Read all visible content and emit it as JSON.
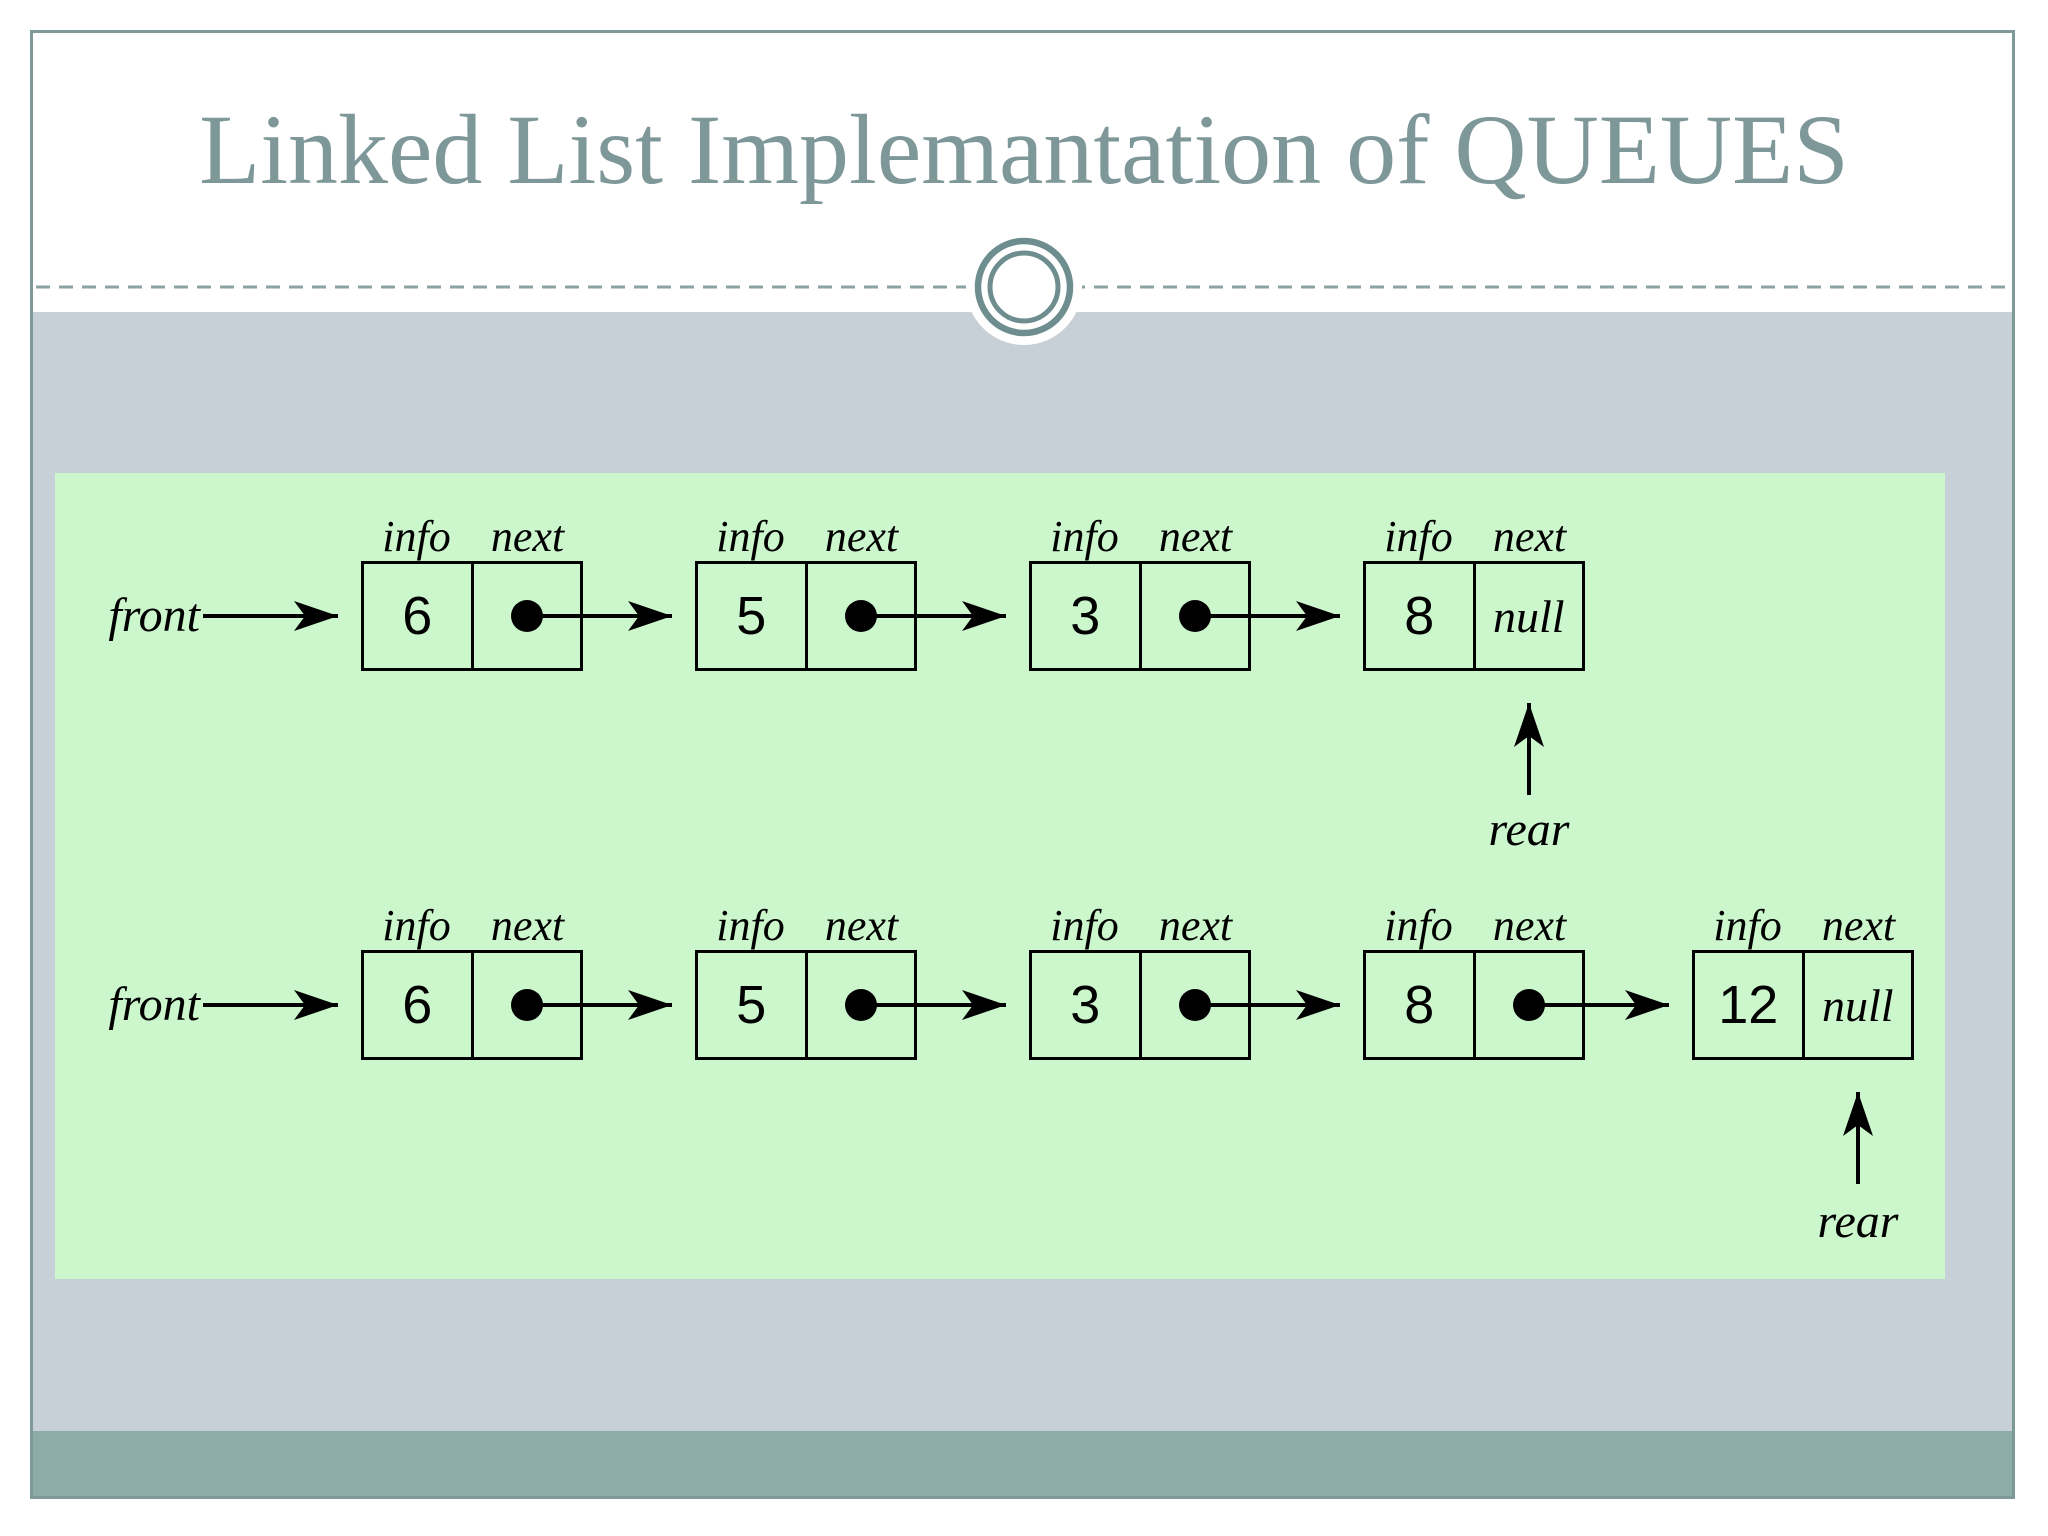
{
  "title": "Linked List Implemantation of QUEUES",
  "labels": {
    "info": "info",
    "next": "next"
  },
  "colors": {
    "title_text": "#7e9798",
    "slide_border": "#7f9999",
    "divider_dashes": "#8ba3a3",
    "ornament_ring": "#6d8d8e",
    "content_band": "#c7d0d6",
    "footer_band": "#8caba9",
    "panel_green": "#ccf6cc",
    "ink": "#000000"
  },
  "diagram": {
    "row1": {
      "front": "front",
      "rear": "rear",
      "nodes": [
        {
          "info": "6",
          "next_value": "pointer"
        },
        {
          "info": "5",
          "next_value": "pointer"
        },
        {
          "info": "3",
          "next_value": "pointer"
        },
        {
          "info": "8",
          "next_value": "null"
        }
      ]
    },
    "row2": {
      "front": "front",
      "rear": "rear",
      "nodes": [
        {
          "info": "6",
          "next_value": "pointer"
        },
        {
          "info": "5",
          "next_value": "pointer"
        },
        {
          "info": "3",
          "next_value": "pointer"
        },
        {
          "info": "8",
          "next_value": "pointer"
        },
        {
          "info": "12",
          "next_value": "null"
        }
      ]
    }
  }
}
